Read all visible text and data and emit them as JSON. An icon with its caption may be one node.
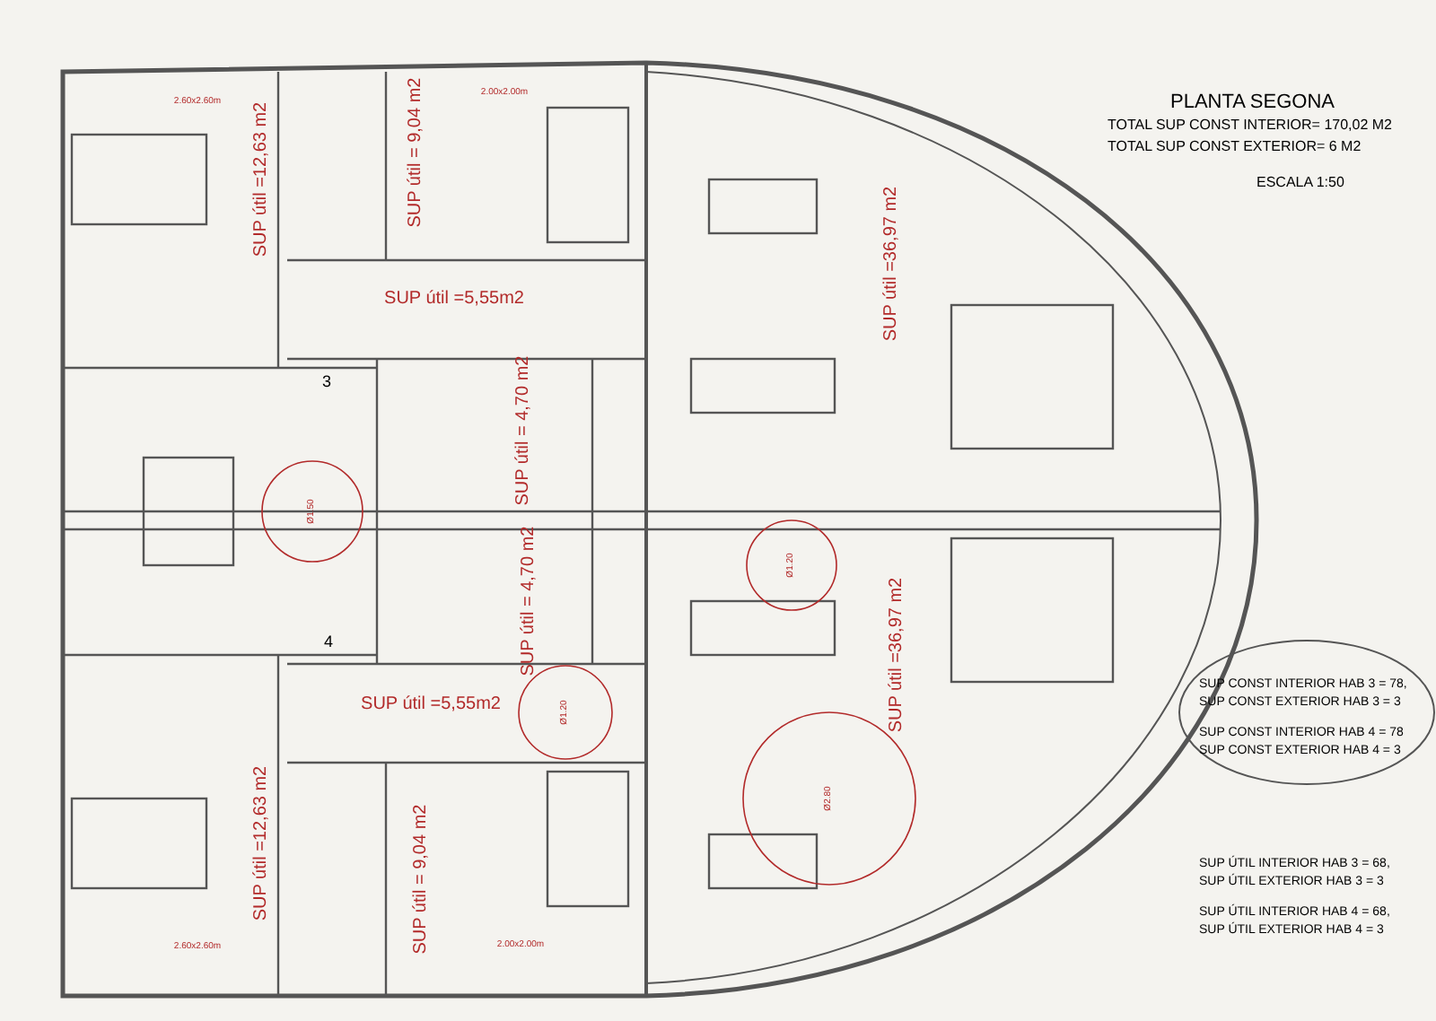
{
  "diagram": {
    "title": "PLANTA SEGONA",
    "nodes": [
      {
        "text": [
          "SUP CONST INTERIOR HAB 3 = 78,",
          "SUP CONST EXTERIOR HAB 3 = 3",
          "SUP CONST INTERIOR HAB 4 = 78",
          "SUP CONST EXTERIOR HAB 4 = 3"
        ]
      }
    ],
    "labels": [
      "TOTAL SUP CONST INTERIOR= 170,02 M2",
      "TOTAL SUP CONST EXTERIOR= 6 M2",
      "ESCALA 1:50",
      "2.60x2.60m",
      "SUP útil =12,63 m2",
      "2.00x2.00m",
      "SUP útil = 9,04 m2",
      "SUP útil =5,55m2",
      "3",
      "Ø1.50",
      "SUP útil = 4,70 m2",
      "SUP útil =36,97 m2",
      "Ø1.20",
      "4",
      "SUP útil = 4,70 m2",
      "SUP útil =5,55m2",
      "Ø1.20",
      "SUP útil =36,97 m2",
      "SUP útil =12,63 m2",
      "SUP útil = 9,04 m2",
      "Ø2.80",
      "2.60x2.60m",
      "2.00x2.00m",
      "SUP ÚTIL INTERIOR HAB 3 = 68,",
      "SUP ÚTIL EXTERIOR HAB 3 = 3",
      "SUP ÚTIL INTERIOR HAB 4 = 68,",
      "SUP ÚTIL EXTERIOR HAB 4 = 3"
    ]
  }
}
